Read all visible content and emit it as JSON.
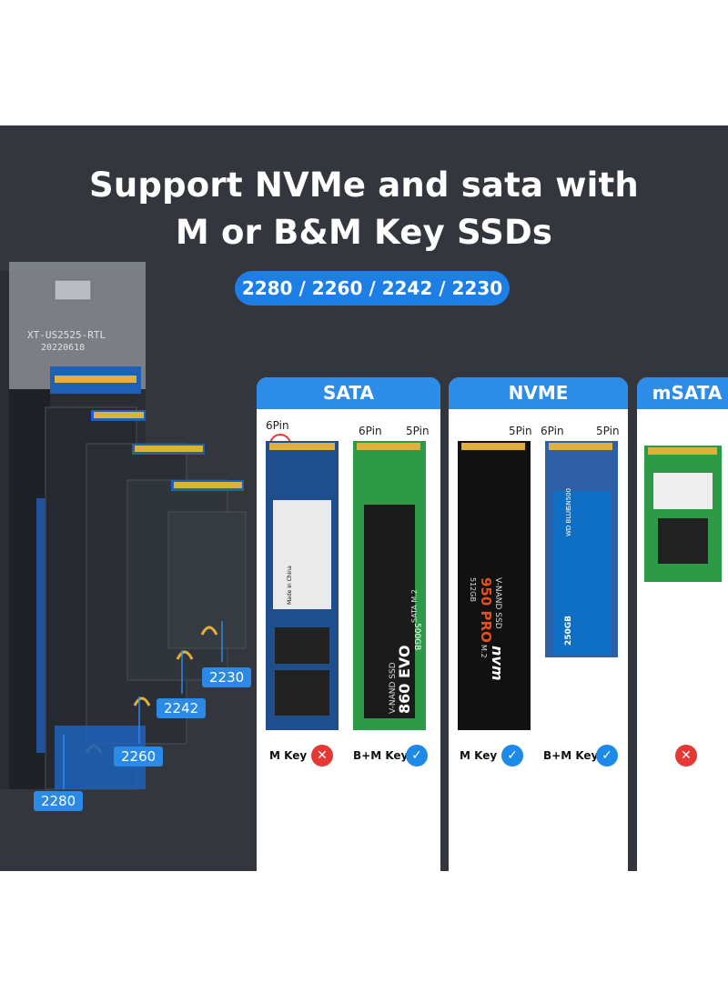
{
  "headline": {
    "line1": "Support NVMe and sata with",
    "line2": "M or B&M Key SSDs"
  },
  "sizes": "2280 / 2260 / 2242 / 2230",
  "enclosure": {
    "label_model": "XT-US2525-RTL",
    "label_date": "20220618",
    "size_labels": [
      "2280",
      "2260",
      "2242",
      "2230"
    ]
  },
  "panels": {
    "sata": {
      "title": "SATA",
      "ssd1": {
        "pins": "6Pin",
        "key": "M Key",
        "status": "unsupported",
        "marking_made": "Made in China"
      },
      "ssd2": {
        "pin_left": "6Pin",
        "pin_right": "5Pin",
        "key": "B+M Key",
        "status": "supported",
        "brand": "V-NAND SSD",
        "model": "860 EVO",
        "capacity": "500GB",
        "iface": "SATA M.2"
      }
    },
    "nvme": {
      "title": "NVME",
      "ssd1": {
        "pins": "5Pin",
        "key": "M Key",
        "status": "supported",
        "brand": "V-NAND SSD",
        "model": "950 PRO",
        "iface": "M.2",
        "capacity": "512GB",
        "logo": "nvm"
      },
      "ssd2": {
        "pin_left": "6Pin",
        "pin_right": "5Pin",
        "key": "B+M Key",
        "status": "supported",
        "brand": "WD BLUE",
        "model": "SN500",
        "capacity": "250GB"
      }
    },
    "msata": {
      "title": "mSATA",
      "status": "unsupported"
    }
  },
  "colors": {
    "banner": "#33373d",
    "accent": "#1d7fe6",
    "bad": "#e53935",
    "pcb_green": "#2e9a48",
    "pcb_blue": "#1f5fb5"
  }
}
